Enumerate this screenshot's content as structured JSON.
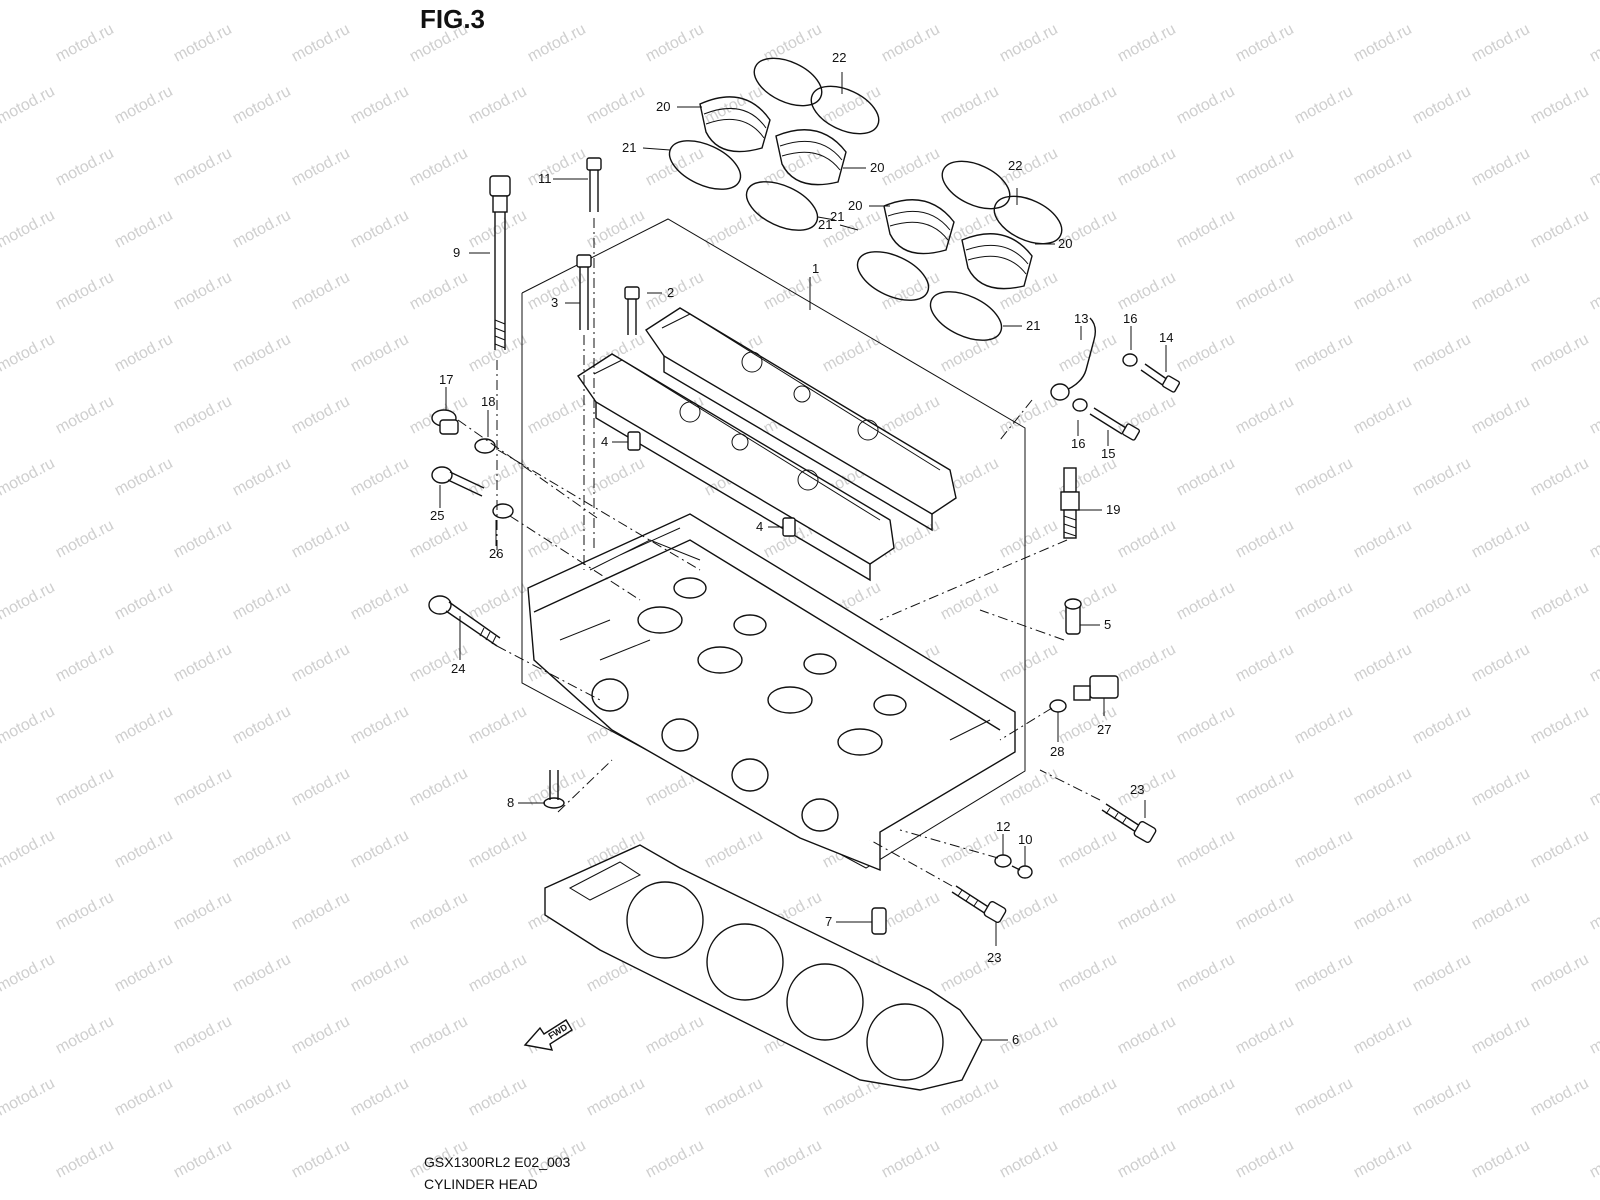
{
  "figure_title": "FIG.3",
  "watermark_text": "motod.ru",
  "fwd_label": "FWD",
  "caption_model": "GSX1300RL2 E02_003",
  "caption_name": "CYLINDER HEAD",
  "callouts": [
    "1",
    "2",
    "3",
    "4",
    "4",
    "5",
    "6",
    "7",
    "8",
    "9",
    "10",
    "11",
    "12",
    "13",
    "14",
    "15",
    "16",
    "16",
    "17",
    "18",
    "19",
    "20",
    "20",
    "20",
    "20",
    "21",
    "21",
    "21",
    "21",
    "22",
    "22",
    "23",
    "23",
    "24",
    "25",
    "26",
    "27",
    "28"
  ],
  "colors": {
    "line": "#111111",
    "watermark": "#cfcfcf",
    "background": "#ffffff"
  }
}
